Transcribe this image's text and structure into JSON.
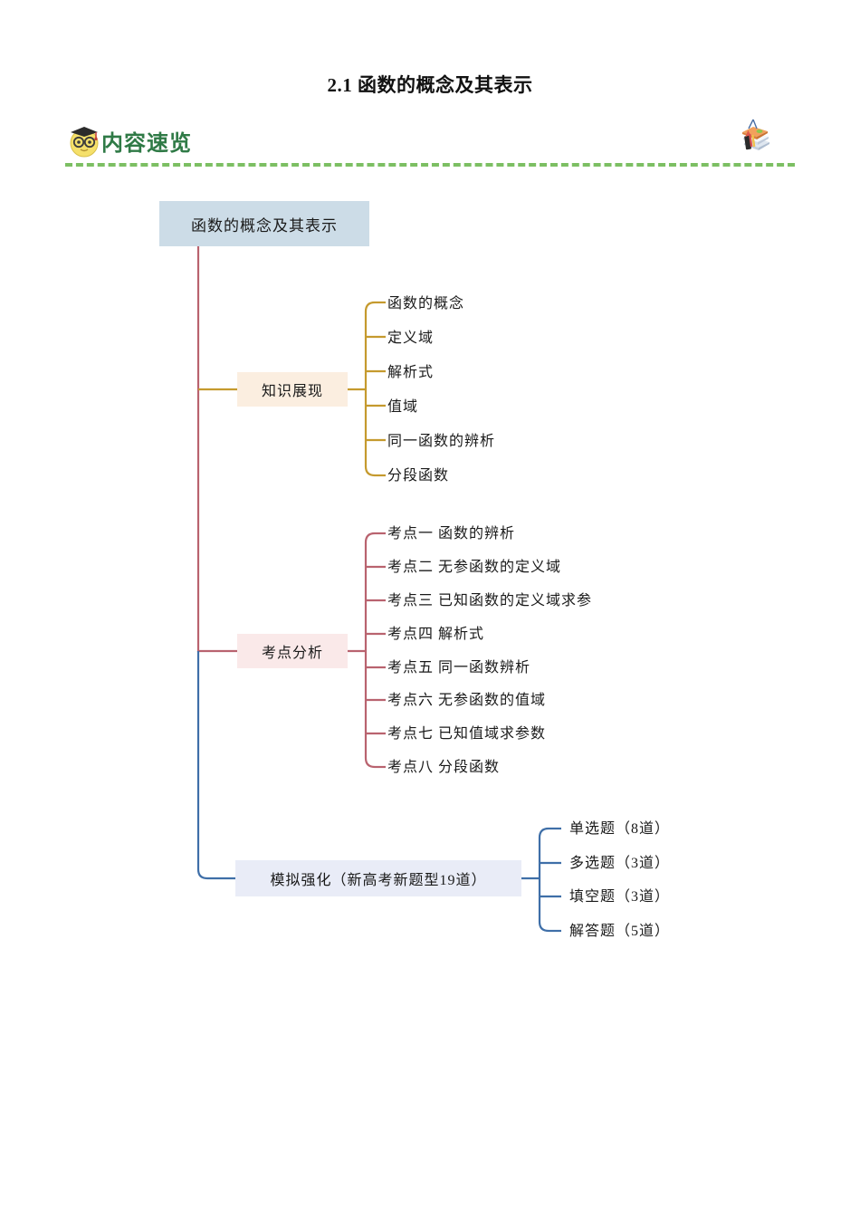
{
  "page": {
    "title": "2.1 函数的概念及其表示"
  },
  "section_header": {
    "label": "内容速览",
    "owl_icon": "owl-graduate-icon",
    "books_icon": "books-stationery-icon",
    "accent_color": "#2f7a46",
    "rule_color": "#7cbf63"
  },
  "mindmap": {
    "root": {
      "label": "函数的概念及其表示",
      "bg_color": "#ccdce7"
    },
    "branches": [
      {
        "label": "知识展现",
        "bg_color": "#fbeee0",
        "line_color": "#c59a2e",
        "children": [
          {
            "label": "函数的概念"
          },
          {
            "label": "定义域"
          },
          {
            "label": "解析式"
          },
          {
            "label": "值域"
          },
          {
            "label": "同一函数的辨析"
          },
          {
            "label": "分段函数"
          }
        ]
      },
      {
        "label": "考点分析",
        "bg_color": "#fae9e9",
        "line_color": "#b9636f",
        "children": [
          {
            "label": "考点一  函数的辨析"
          },
          {
            "label": "考点二  无参函数的定义域"
          },
          {
            "label": "考点三  已知函数的定义域求参"
          },
          {
            "label": "考点四  解析式"
          },
          {
            "label": "考点五  同一函数辨析"
          },
          {
            "label": "考点六  无参函数的值域"
          },
          {
            "label": "考点七  已知值域求参数"
          },
          {
            "label": "考点八  分段函数"
          }
        ]
      },
      {
        "label": "模拟强化（新高考新题型19道）",
        "bg_color": "#e9ecf7",
        "line_color": "#3f6fa8",
        "children": [
          {
            "label": "单选题（8道）"
          },
          {
            "label": "多选题（3道）"
          },
          {
            "label": "填空题（3道）"
          },
          {
            "label": "解答题（5道）"
          }
        ]
      }
    ]
  }
}
